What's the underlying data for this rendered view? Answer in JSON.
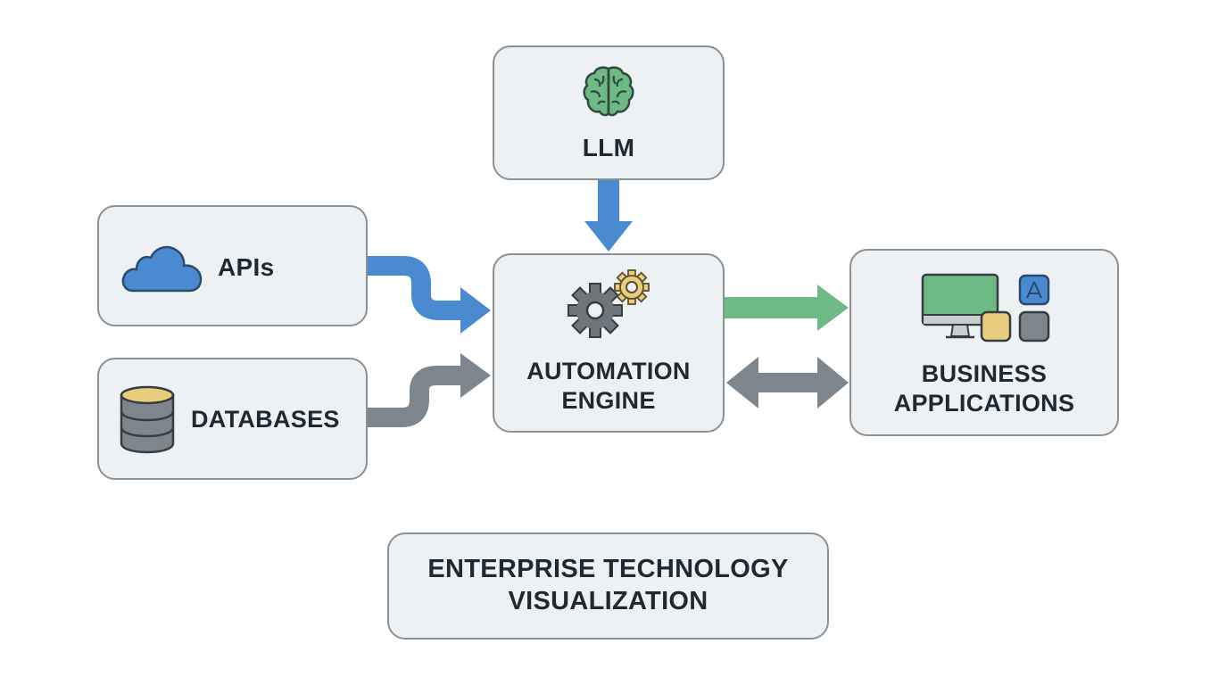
{
  "diagram": {
    "nodes": {
      "llm": {
        "label": "LLM",
        "icon": "brain-icon"
      },
      "apis": {
        "label": "APIs",
        "icon": "cloud-icon"
      },
      "databases": {
        "label": "DATABASES",
        "icon": "database-icon"
      },
      "engine": {
        "label_line1": "AUTOMATION",
        "label_line2": "ENGINE",
        "icon": "gears-icon"
      },
      "business": {
        "label_line1": "BUSINESS",
        "label_line2": "APPLICATIONS",
        "icon": "apps-icon"
      },
      "caption": {
        "label_line1": "ENTERPRISE TECHNOLOGY",
        "label_line2": "VISUALIZATION"
      }
    },
    "edges": [
      {
        "from": "llm",
        "to": "engine",
        "direction": "one-way",
        "color": "#4a8ad0"
      },
      {
        "from": "apis",
        "to": "engine",
        "direction": "one-way",
        "color": "#4a8ad0"
      },
      {
        "from": "databases",
        "to": "engine",
        "direction": "one-way",
        "color": "#7d868d"
      },
      {
        "from": "engine",
        "to": "business",
        "direction": "one-way",
        "color": "#6dba85"
      },
      {
        "from": "engine",
        "to": "business",
        "direction": "two-way",
        "color": "#7d868d"
      }
    ],
    "colors": {
      "blue": "#4a8ad0",
      "green": "#6dba85",
      "gray": "#7d868d",
      "gold": "#e8cd7e",
      "box_fill": "#eef1f4",
      "box_border": "#8a9197",
      "text": "#1e2a33"
    }
  }
}
